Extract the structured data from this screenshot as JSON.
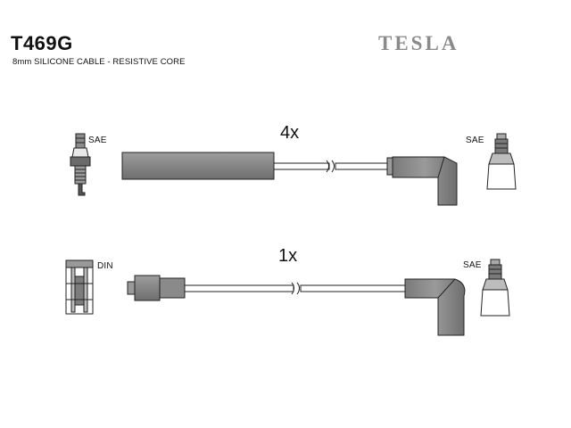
{
  "product": {
    "code": "T469G",
    "description": "8mm SILICONE CABLE - RESISTIVE CORE",
    "brand": "TESLA"
  },
  "cables": [
    {
      "quantity": "4x",
      "left_connector": "SAE",
      "right_connector": "SAE"
    },
    {
      "quantity": "1x",
      "left_connector": "DIN",
      "right_connector": "SAE"
    }
  ]
}
